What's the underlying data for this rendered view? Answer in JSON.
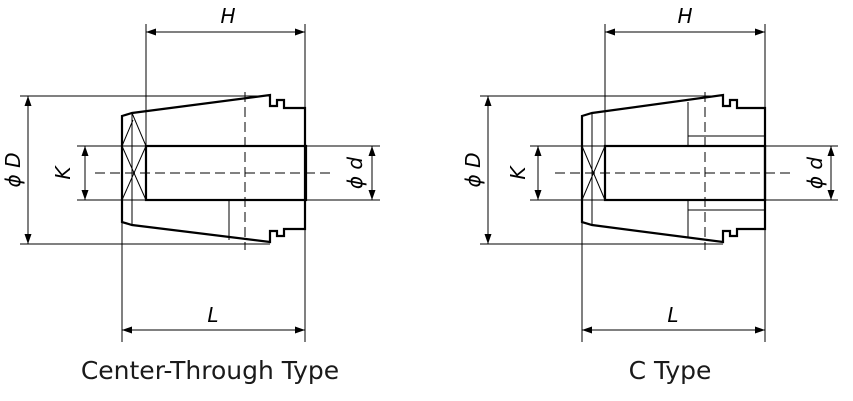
{
  "diagrams": [
    {
      "caption": "Center-Through Type",
      "labels": {
        "H": "H",
        "L": "L",
        "D": "ϕ D",
        "K": "K",
        "d": "ϕ d"
      }
    },
    {
      "caption": "C Type",
      "labels": {
        "H": "H",
        "L": "L",
        "D": "ϕ D",
        "K": "K",
        "d": "ϕ d"
      }
    }
  ]
}
